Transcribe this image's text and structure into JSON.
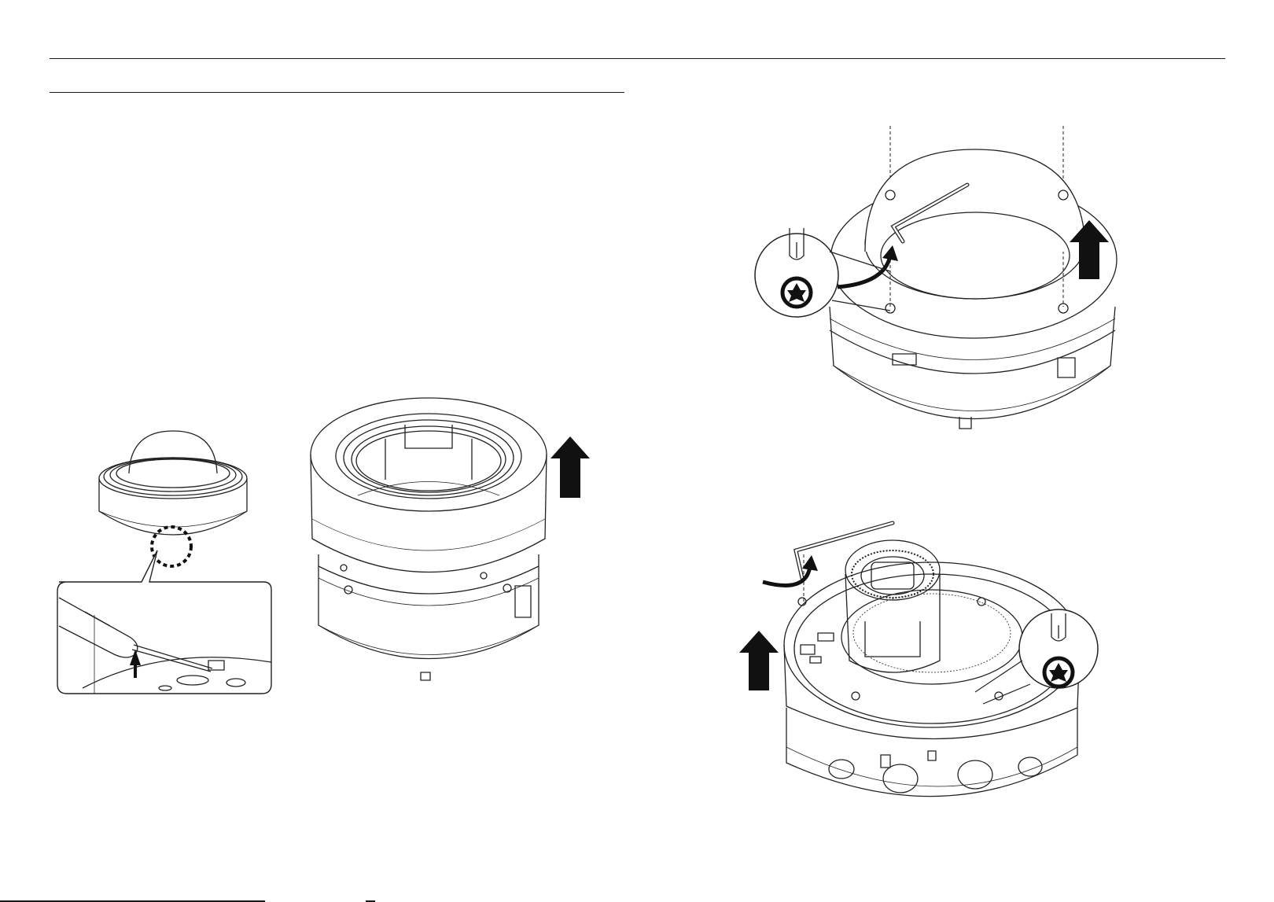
{
  "page": {
    "illustrations": [
      {
        "name": "fig-remove-dome-cover"
      },
      {
        "name": "fig-lift-outer-cover"
      },
      {
        "name": "fig-loosen-dome-screws"
      },
      {
        "name": "fig-loosen-module-screws"
      }
    ]
  },
  "icons": [
    "torx-driver-icon",
    "up-arrow-icon",
    "rotate-arrow-icon",
    "flathead-screwdriver-icon"
  ]
}
